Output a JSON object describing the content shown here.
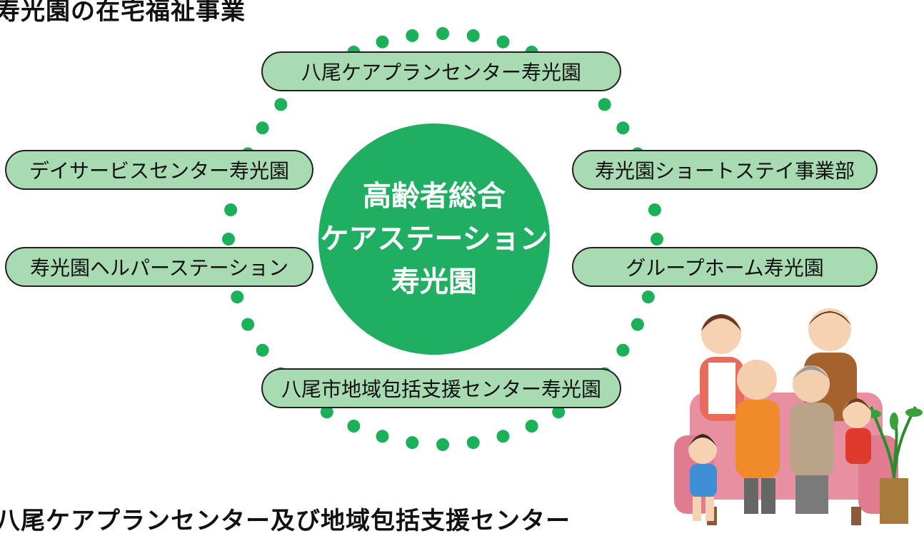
{
  "headings": {
    "top": "寿光園の在宅福祉事業",
    "bottom": "八尾ケアプランセンター及び地域包括支援センター"
  },
  "center": {
    "line1": "高齢者総合",
    "line2": "ケアステーション",
    "line3": "寿光園"
  },
  "services": {
    "care_plan": "八尾ケアプランセンター寿光園",
    "day_service": "デイサービスセンター寿光園",
    "short_stay": "寿光園ショートステイ事業部",
    "helper_station": "寿光園ヘルパーステーション",
    "group_home": "グループホーム寿光園",
    "regional_support": "八尾市地域包括支援センター寿光園"
  },
  "colors": {
    "center_green": "#1fae62",
    "dot_green": "#1cb05a",
    "pill_fill": "#a8dbb2",
    "pill_border": "#222222"
  },
  "illustration": "family-illustration"
}
